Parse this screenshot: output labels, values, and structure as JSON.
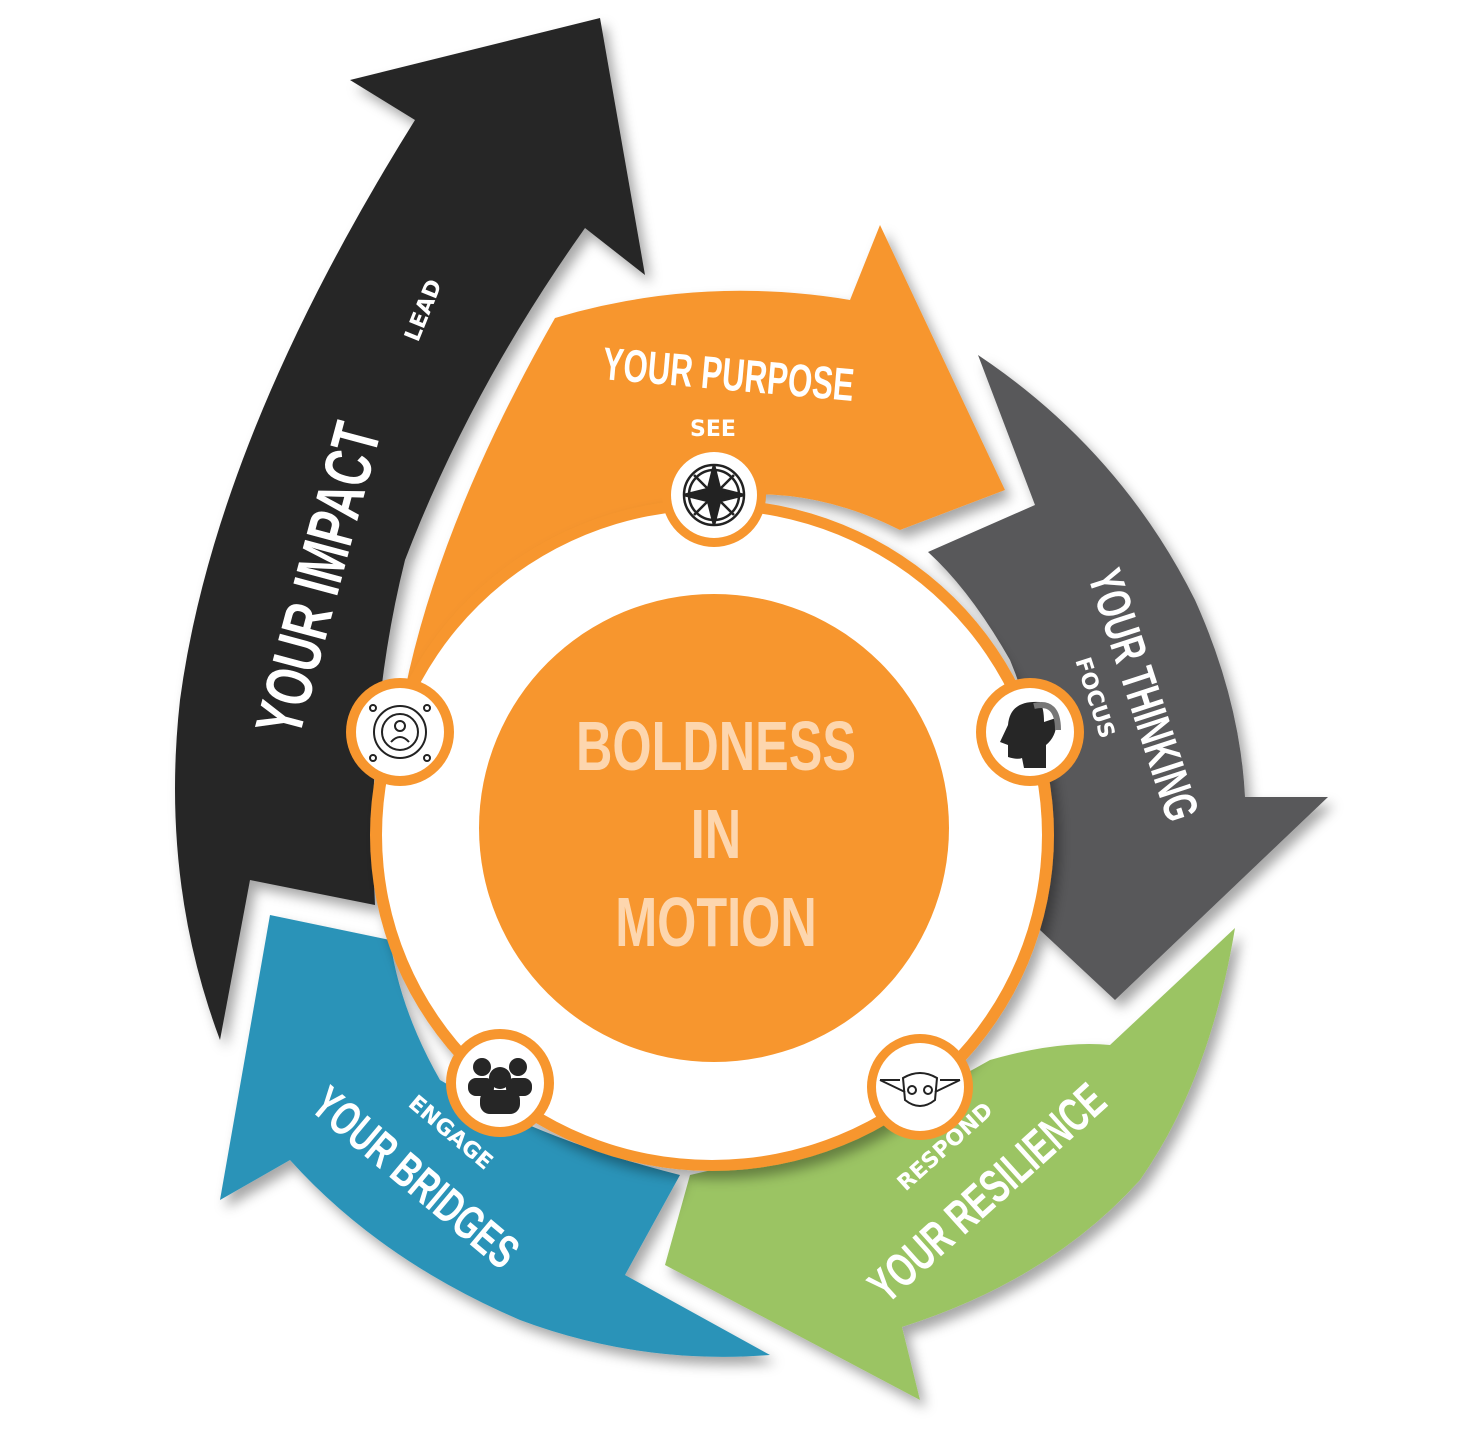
{
  "center": {
    "line1": "BOLDNESS",
    "line2": "IN",
    "line3": "MOTION"
  },
  "segments": [
    {
      "title": "YOUR PURPOSE",
      "verb": "SEE",
      "color": "#F7962E",
      "icon": "compass-icon"
    },
    {
      "title": "YOUR THINKING",
      "verb": "FOCUS",
      "color": "#58585A",
      "icon": "head-thinking-icon"
    },
    {
      "title": "YOUR RESILIENCE",
      "verb": "RESPOND",
      "color": "#9BC464",
      "icon": "yoda-face-icon"
    },
    {
      "title": "YOUR BRIDGES",
      "verb": "ENGAGE",
      "color": "#2B93B8",
      "icon": "people-group-icon"
    },
    {
      "title": "YOUR IMPACT",
      "verb": "LEAD",
      "color": "#262626",
      "icon": "leader-network-icon"
    }
  ],
  "colors": {
    "center_text": "#FDD6AE",
    "ring": "#F7962E"
  }
}
